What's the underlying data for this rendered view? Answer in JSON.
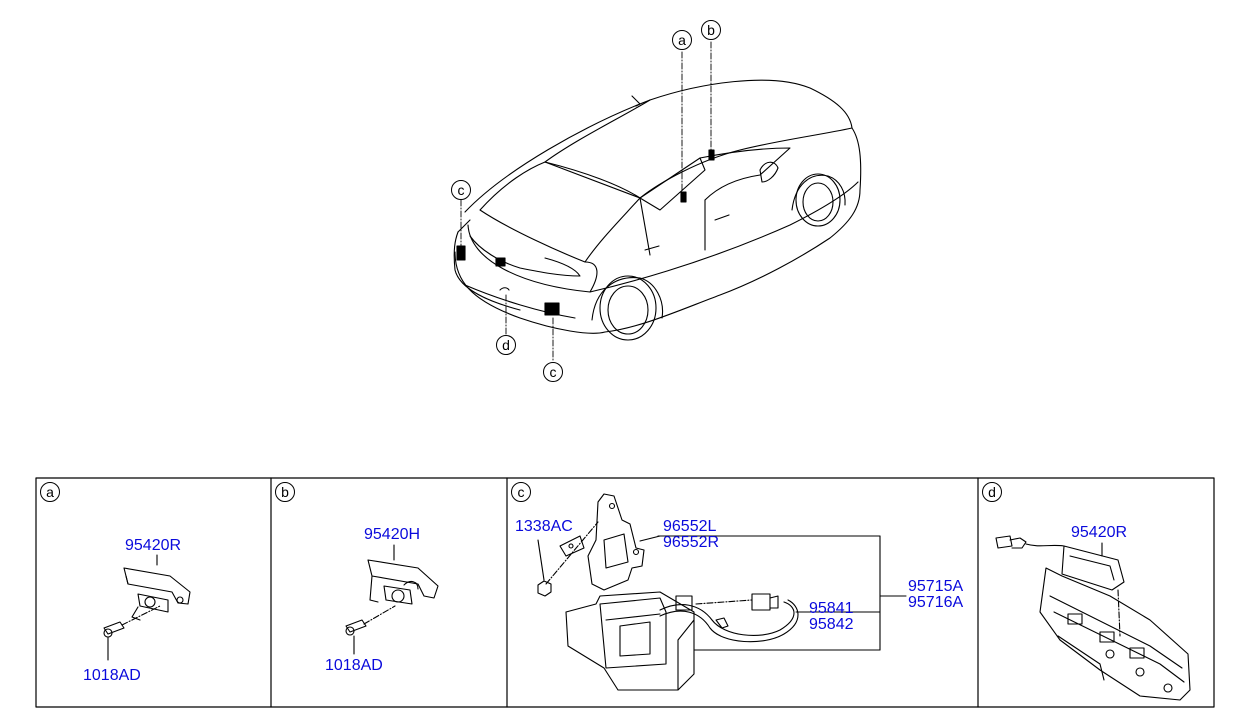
{
  "colors": {
    "part_number": "#0a0adc",
    "line": "#000000",
    "background": "#ffffff"
  },
  "overview": {
    "callouts": [
      "a",
      "b",
      "c",
      "d",
      "c"
    ]
  },
  "panels": [
    {
      "id": "a",
      "letter": "a",
      "parts": [
        {
          "number": "95420R"
        },
        {
          "number": "1018AD"
        }
      ]
    },
    {
      "id": "b",
      "letter": "b",
      "parts": [
        {
          "number": "95420H"
        },
        {
          "number": "1018AD"
        }
      ]
    },
    {
      "id": "c",
      "letter": "c",
      "parts": [
        {
          "number": "1338AC"
        },
        {
          "number": "96552L"
        },
        {
          "number": "96552R"
        },
        {
          "number": "95715A"
        },
        {
          "number": "95716A"
        },
        {
          "number": "95841"
        },
        {
          "number": "95842"
        }
      ]
    },
    {
      "id": "d",
      "letter": "d",
      "parts": [
        {
          "number": "95420R"
        }
      ]
    }
  ]
}
